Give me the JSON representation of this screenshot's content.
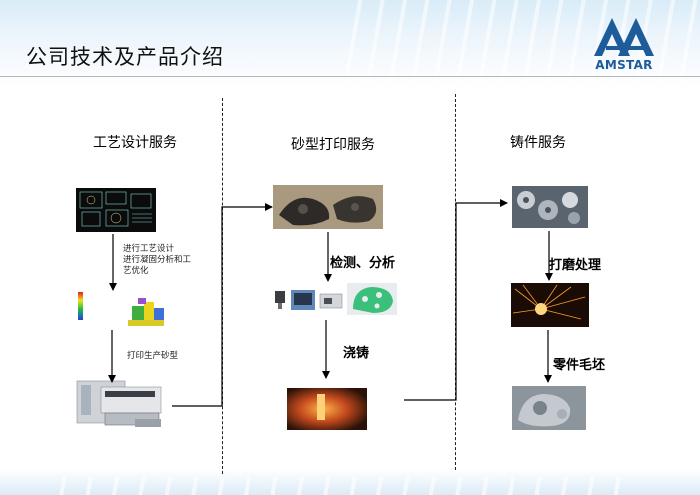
{
  "header": {
    "title": "公司技术及产品介绍",
    "logo_text": "AMSTAR"
  },
  "columns": [
    {
      "title": "工艺设计服务",
      "notes": [
        "进行工艺设计",
        "进行凝固分析和工",
        "艺优化"
      ],
      "note2": "打印生产砂型"
    },
    {
      "title": "砂型打印服务",
      "step1": "检测、分析",
      "step2": "浇铸"
    },
    {
      "title": "铸件服务",
      "step1": "打磨处理",
      "step2": "零件毛坯"
    }
  ]
}
